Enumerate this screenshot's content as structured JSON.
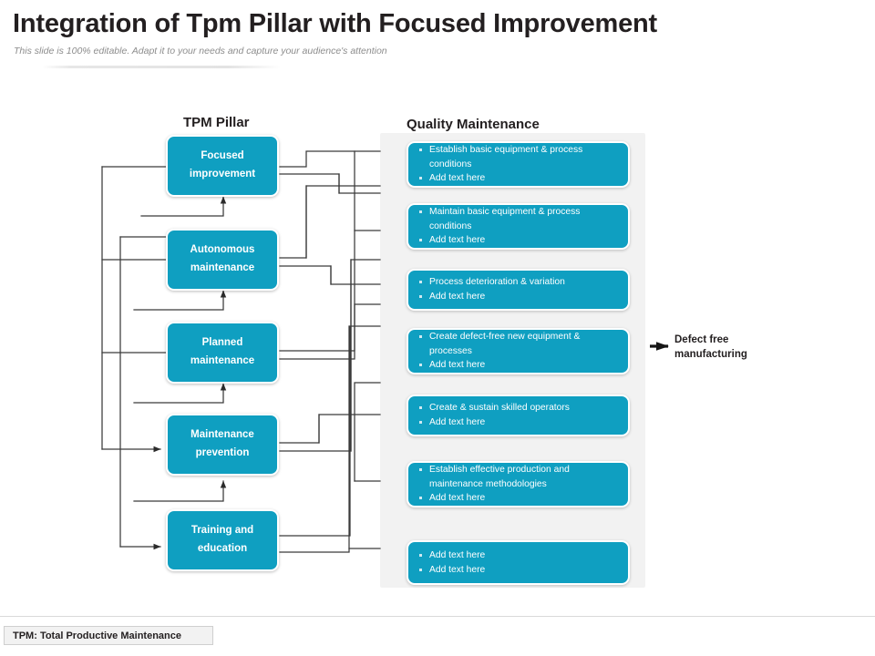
{
  "header": {
    "title": "Integration of Tpm Pillar with Focused Improvement",
    "subtitle": "This slide is 100% editable. Adapt it to your needs and capture your audience's attention"
  },
  "sections": {
    "left_heading": "TPM Pillar",
    "right_heading": "Quality Maintenance"
  },
  "pillars": [
    {
      "line1": "Focused",
      "line2": "improvement"
    },
    {
      "line1": "Autonomous",
      "line2": "maintenance"
    },
    {
      "line1": "Planned",
      "line2": "maintenance"
    },
    {
      "line1": "Maintenance",
      "line2": "prevention"
    },
    {
      "line1": "Training and",
      "line2": "education"
    }
  ],
  "quality_boxes": [
    {
      "bullets": [
        "Establish basic equipment & process conditions",
        "Add text here"
      ]
    },
    {
      "bullets": [
        "Maintain basic equipment & process conditions",
        "Add text here"
      ]
    },
    {
      "bullets": [
        "Process deterioration & variation",
        "Add text here"
      ]
    },
    {
      "bullets": [
        "Create defect-free new equipment & processes",
        "Add text here"
      ]
    },
    {
      "bullets": [
        "Create & sustain skilled operators",
        "Add text here"
      ]
    },
    {
      "bullets": [
        "Establish effective production and maintenance methodologies",
        "Add text here"
      ]
    },
    {
      "bullets": [
        "Add text here",
        "Add text here"
      ]
    }
  ],
  "outcome": {
    "line1": "Defect free",
    "line2": "manufacturing"
  },
  "legend": {
    "text": "TPM: Total Productive Maintenance"
  },
  "colors": {
    "box_fill": "#0f9fc1",
    "panel_bg": "#f2f2f2",
    "text_dark": "#231f20",
    "connector": "#3b3b3b"
  }
}
